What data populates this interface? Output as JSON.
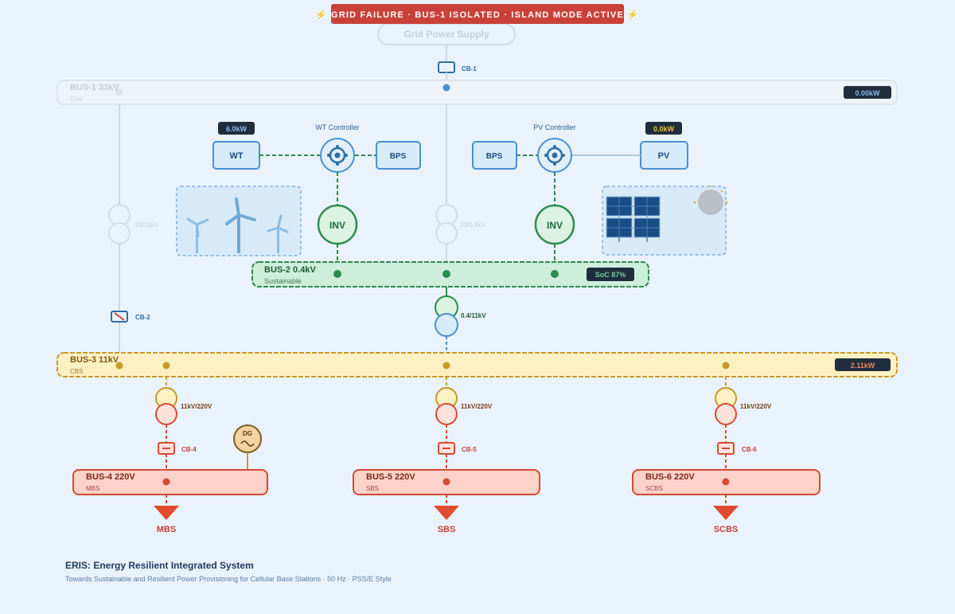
{
  "alert": {
    "text": "⚡ GRID FAILURE · BUS-1 ISOLATED · ISLAND MODE ACTIVE ⚡",
    "color": "#c9413a"
  },
  "grid_supply": {
    "label": "Grid Power Supply"
  },
  "breakers": {
    "cb1": "CB-1",
    "cb2": "CB-2",
    "cb4": "CB-4",
    "cb5": "CB-5",
    "cb6": "CB-6"
  },
  "buses": {
    "bus1": {
      "name": "BUS-1 33kV",
      "sub": "Grid",
      "reading": "0.00kW"
    },
    "bus2": {
      "name": "BUS-2 0.4kV",
      "sub": "Sustainable",
      "reading": "SoC 87%"
    },
    "bus3": {
      "name": "BUS-3 11kV",
      "sub": "CBS",
      "reading": "2.11kW"
    },
    "bus4": {
      "name": "BUS-4 220V",
      "sub": "MBS"
    },
    "bus5": {
      "name": "BUS-5 220V",
      "sub": "SBS"
    },
    "bus6": {
      "name": "BUS-6 220V",
      "sub": "SCBS"
    }
  },
  "wind": {
    "source": "WT",
    "reading": "6.0kW",
    "controller": "WT Controller",
    "storage": "BPS",
    "inverter": "INV"
  },
  "solar": {
    "source": "PV",
    "reading": "0.0kW",
    "controller": "PV Controller",
    "storage": "BPS",
    "inverter": "INV"
  },
  "transformers": {
    "t1": "33/11kV",
    "t2": "33/0.4kV",
    "t3": "0.4/11kV",
    "t4": "11kV/220V",
    "t5": "11kV/220V",
    "t6": "11kV/220V"
  },
  "generator": {
    "label": "DG"
  },
  "loads": {
    "l1": "MBS",
    "l2": "SBS",
    "l3": "SCBS"
  },
  "footer": {
    "title": "ERIS: Energy Resilient Integrated System",
    "subtitle": "Towards Sustainable and Resilient Power Provisioning for Cellular Base Stations · 50 Hz · PSS/E Style"
  },
  "colors": {
    "grid": "#cfd8e1",
    "sustainable": "#2e8b4e",
    "cbs": "#c89a2a",
    "load": "#d64a33",
    "blue": "#4a8fcf",
    "dark": "#1f2d3d"
  },
  "icons": {
    "controller": "gear-icon",
    "generator": "sine-wave-icon",
    "load": "arrow-down-icon",
    "wind": "wind-turbine-icon",
    "solar": "solar-panel-icon",
    "sun": "sun-icon"
  }
}
